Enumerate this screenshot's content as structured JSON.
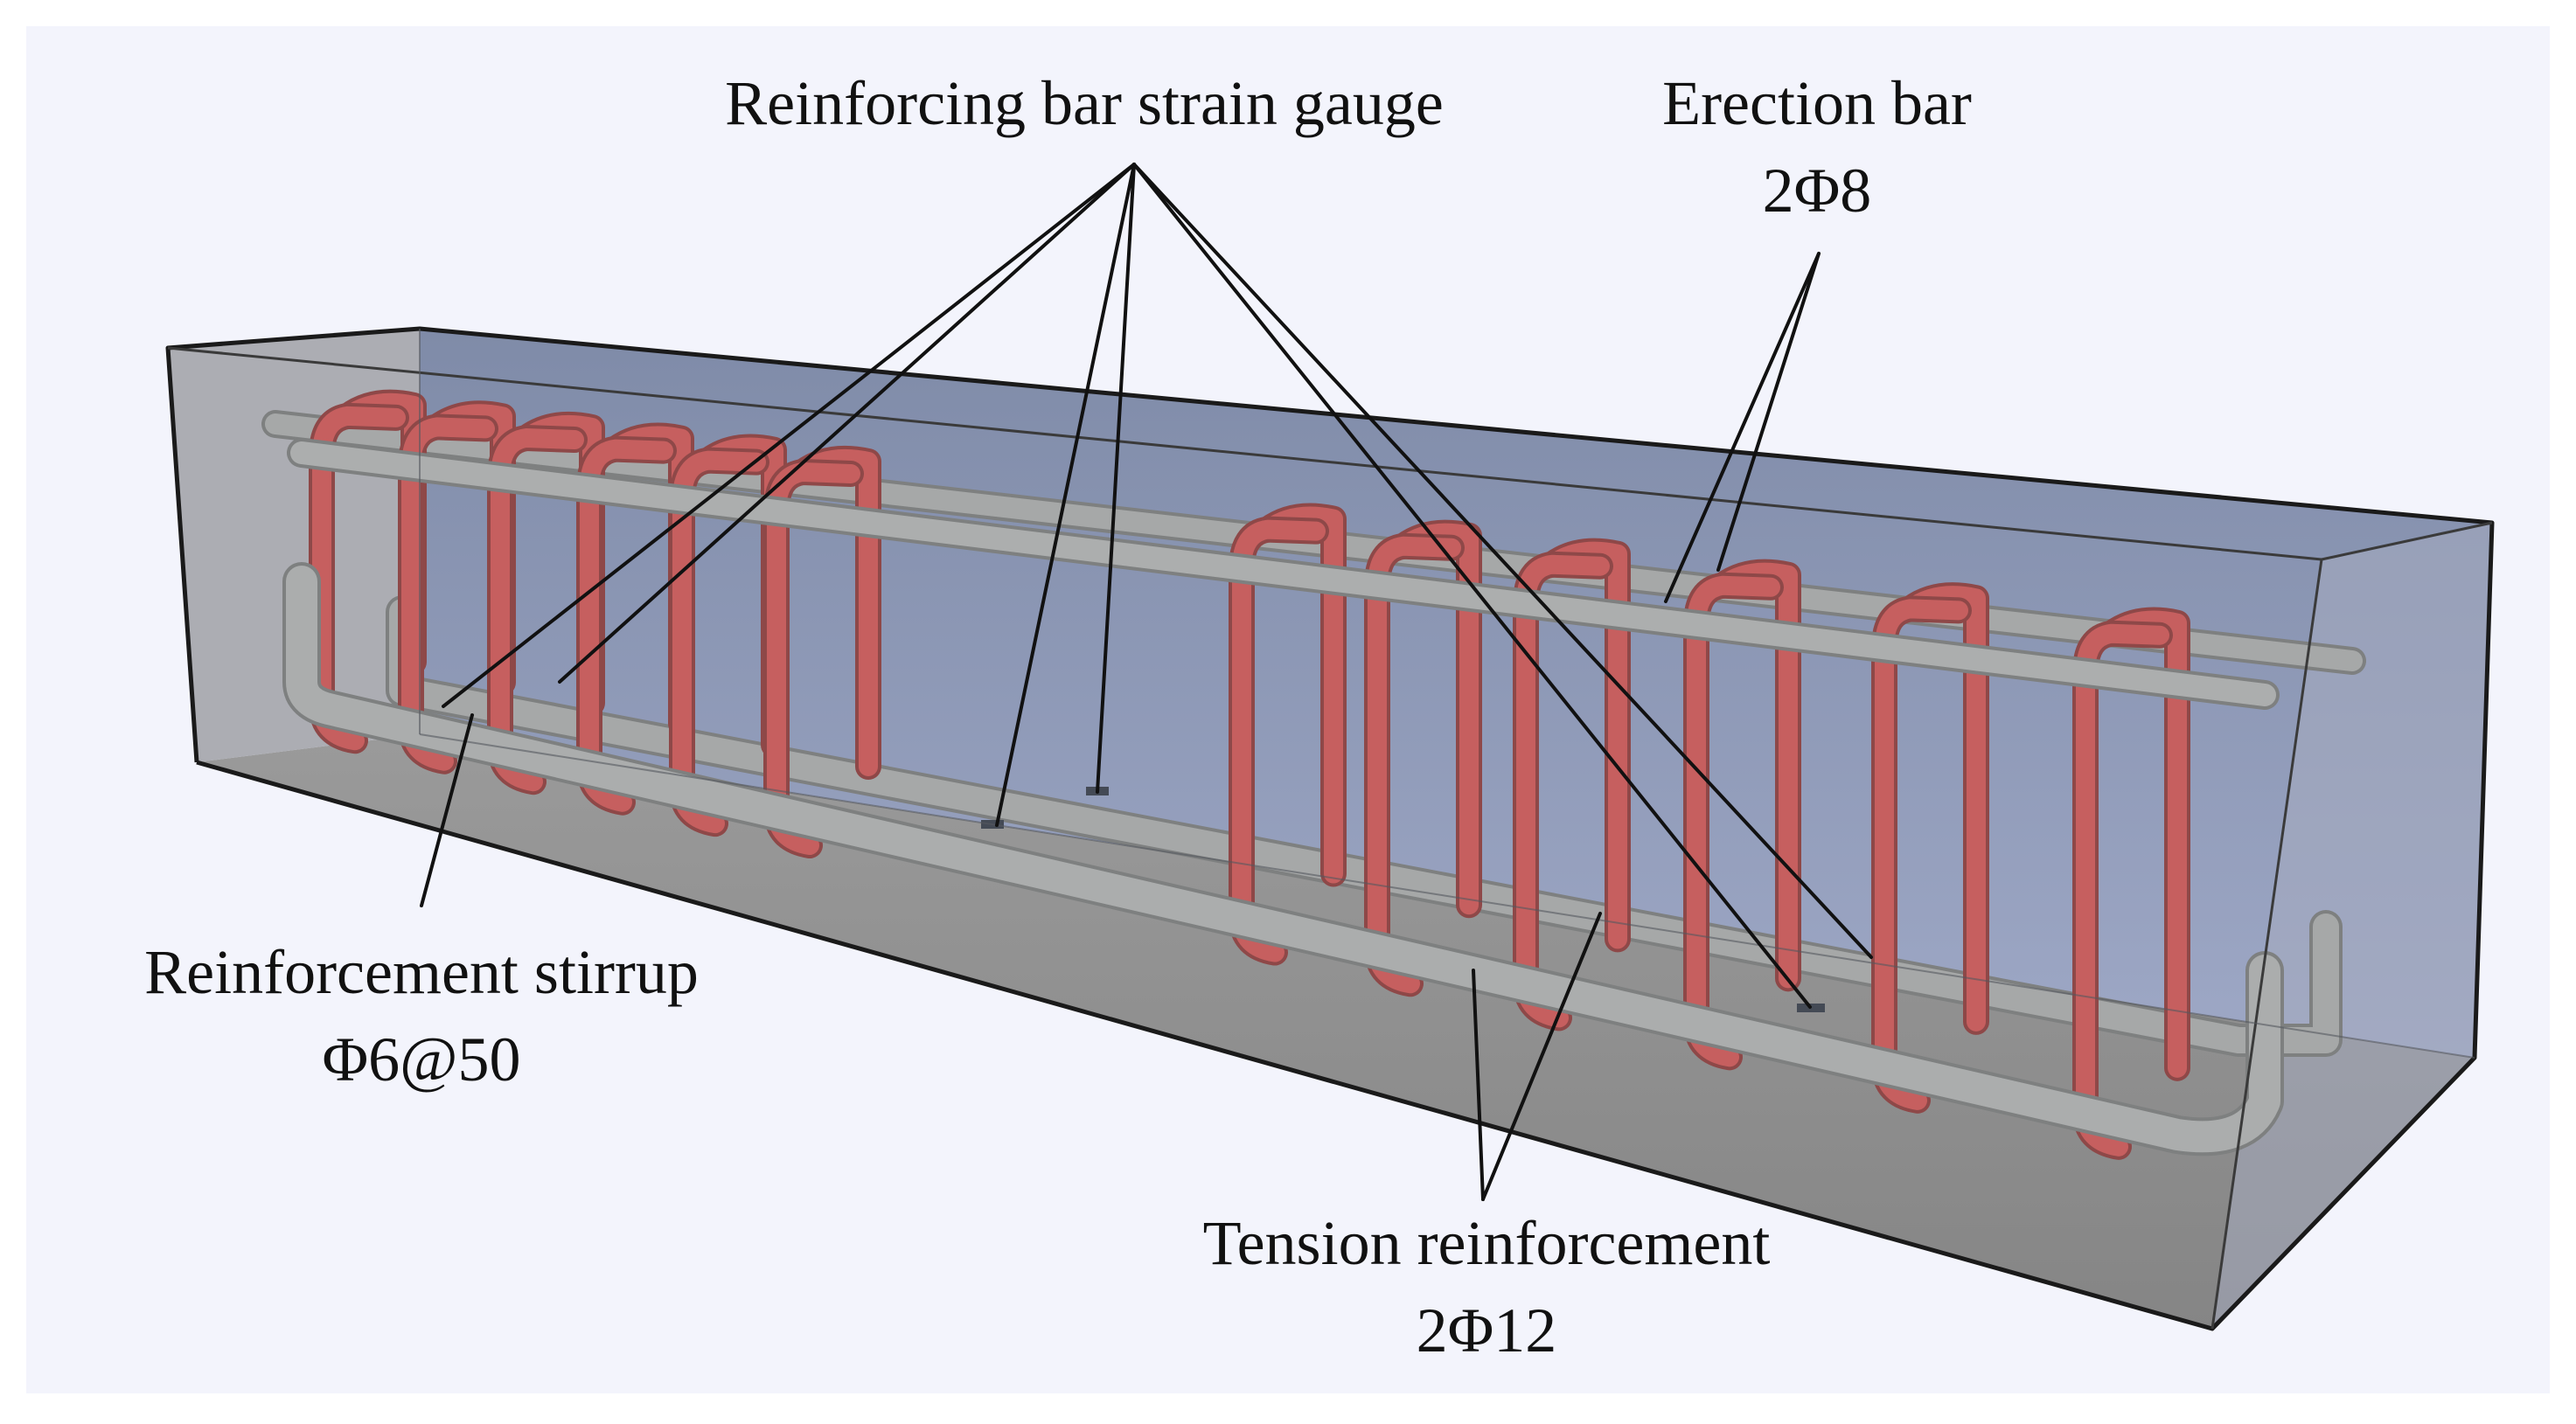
{
  "labels": {
    "strain_gauge": "Reinforcing bar strain gauge",
    "erection_bar": "Erection bar",
    "erection_bar_spec": "2Φ8",
    "stirrup": "Reinforcement stirrup",
    "stirrup_spec": "Φ6@50",
    "tension": "Tension reinforcement",
    "tension_spec": "2Φ12"
  },
  "colors": {
    "background": "#F3F4FC",
    "concrete_back": "#8F9BB8",
    "concrete_floor": "#8E8E8E",
    "concrete_front": "#A9AAB0",
    "stirrup": "#C65F5F",
    "rebar": "#A6A8A8",
    "leader": "#111111"
  }
}
